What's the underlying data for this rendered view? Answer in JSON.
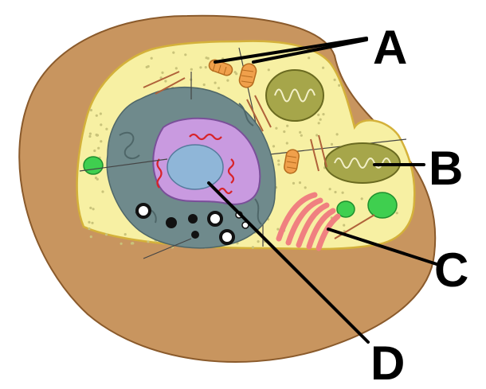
{
  "labels": {
    "a": "A",
    "b": "B",
    "c": "C",
    "d": "D"
  },
  "colors": {
    "cell_wall": "#c8955f",
    "cell_wall_edge": "#8a5a2b",
    "cytoplasm": "#f7f0a3",
    "cytoplasm_edge": "#d4b13a",
    "er_rough": "#6f8a8c",
    "nucleus": "#c99ae0",
    "nucleolus": "#8fb6d8",
    "chromatin": "#d8232a",
    "mitochondrion": "#a6a64a",
    "chloroplast": "#3fcf4f",
    "golgi": "#f08080",
    "ribosome_dots": "#c9c37a",
    "leader_line": "#000000"
  }
}
